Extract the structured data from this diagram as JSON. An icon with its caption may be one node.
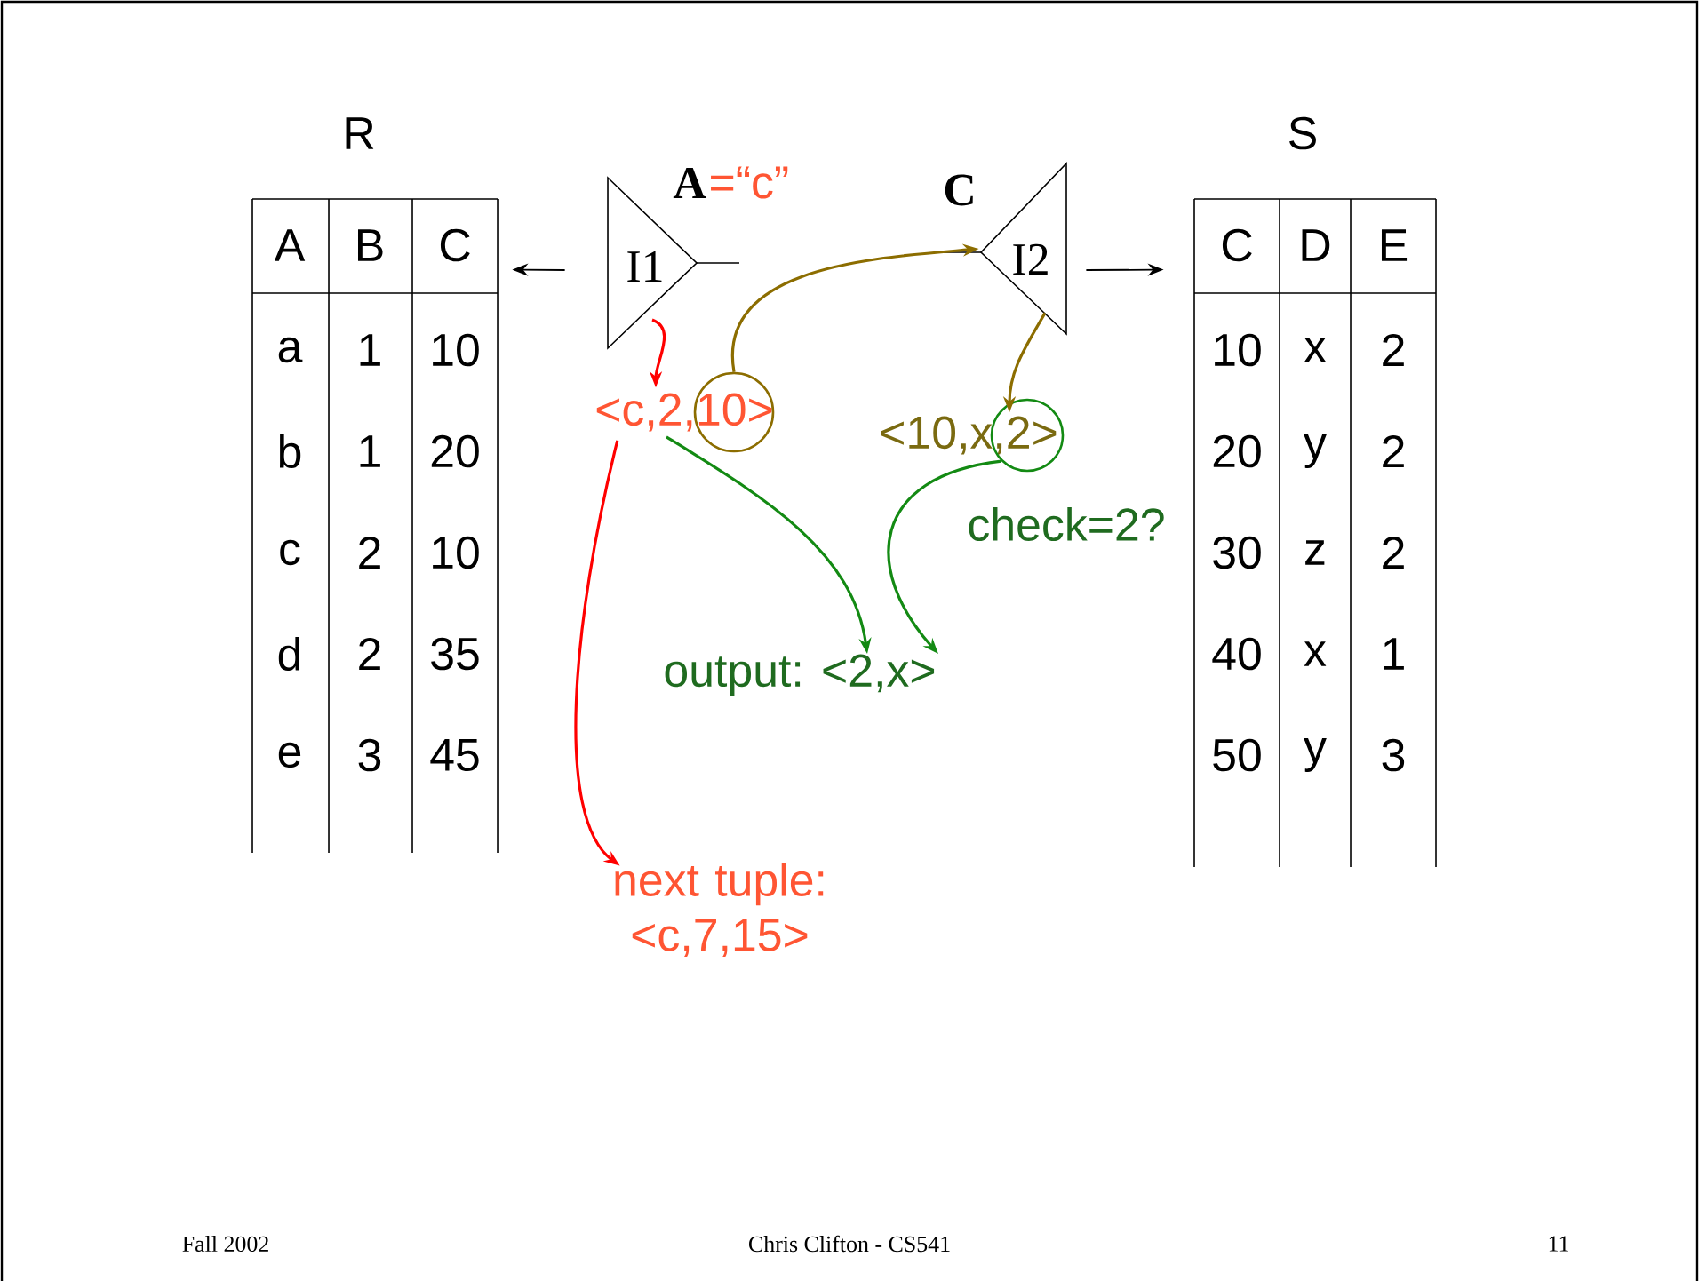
{
  "diagram": {
    "nodes": [
      {
        "text": [
          "R"
        ]
      },
      {
        "text": [
          "I1"
        ],
        "beside": [
          "A",
          "=“c”"
        ]
      },
      {
        "text": [
          "I2"
        ],
        "beside": [
          "C"
        ]
      },
      {
        "text": [
          "S"
        ]
      },
      {
        "text": [
          "<c,2,10>"
        ]
      },
      {
        "text": [],
        "shape": "circle"
      },
      {
        "text": [
          "<10,x,2>"
        ]
      },
      {
        "text": [],
        "shape": "circle"
      },
      {
        "text": [
          "output: <2,x>"
        ]
      },
      {
        "text": [
          "next tuple: <c,7,15>"
        ]
      }
    ],
    "edges": [
      {
        "from": 1,
        "to": 0,
        "arrow": "to"
      },
      {
        "from": 2,
        "to": 3,
        "arrow": "to"
      },
      {
        "from": 1,
        "to": 4,
        "arrow": "to",
        "color": "#ff0000"
      },
      {
        "from": 5,
        "to": 2,
        "arrow": "to",
        "color": "#8c6d00"
      },
      {
        "from": 2,
        "to": 6,
        "arrow": "to",
        "color": "#8c6d00"
      },
      {
        "from": 4,
        "to": 8,
        "arrow": "to",
        "color": "#138a13"
      },
      {
        "from": 7,
        "to": 8,
        "arrow": "to",
        "color": "#138a13"
      },
      {
        "from": 4,
        "to": 9,
        "arrow": "to",
        "color": "#ff0000"
      }
    ],
    "labels": [
      "A",
      "B",
      "C",
      "a",
      "1",
      "10",
      "b",
      "1",
      "20",
      "c",
      "2",
      "10",
      "d",
      "2",
      "35",
      "e",
      "3",
      "45",
      "C",
      "D",
      "E",
      "10",
      "x",
      "2",
      "20",
      "y",
      "2",
      "30",
      "z",
      "2",
      "40",
      "x",
      "1",
      "50",
      "y",
      "3",
      "check=2?",
      "Fall 2002",
      "Chris Clifton - CS541",
      "11"
    ]
  }
}
